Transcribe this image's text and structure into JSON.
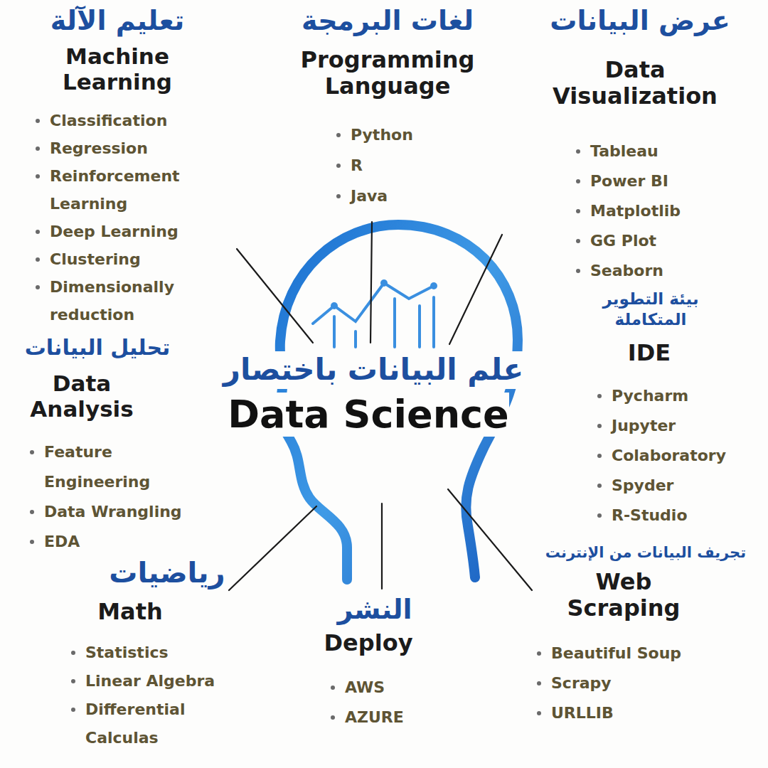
{
  "diagram": {
    "title": "علم البيانات باختصار",
    "labels": [
      "تعليم الآلة",
      "Machine Learning",
      "Classification",
      "Regression",
      "Reinforcement Learning",
      "Deep Learning",
      "Clustering",
      "Dimensionally reduction",
      "لغات البرمجة",
      "Programming Language",
      "Python",
      "R",
      "Java",
      "عرض البيانات",
      "Data Visualization",
      "Tableau",
      "Power BI",
      "Matplotlib",
      "GG Plot",
      "Seaborn",
      "تحليل البيانات",
      "Data Analysis",
      "Feature Engineering",
      "Data Wrangling",
      "EDA",
      "Data Science",
      "بيئة التطوير المتكاملة",
      "IDE",
      "Pycharm",
      "Jupyter",
      "Colaboratory",
      "Spyder",
      "R-Studio",
      "رياضيات",
      "Math",
      "Statistics",
      "Linear Algebra",
      "Differential Calculas",
      "النشر",
      "Deploy",
      "AWS",
      "AZURE",
      "تجريف البيانات من الإنترنت",
      "Web Scraping",
      "Beautiful Soup",
      "Scrapy",
      "URLLIB"
    ]
  }
}
